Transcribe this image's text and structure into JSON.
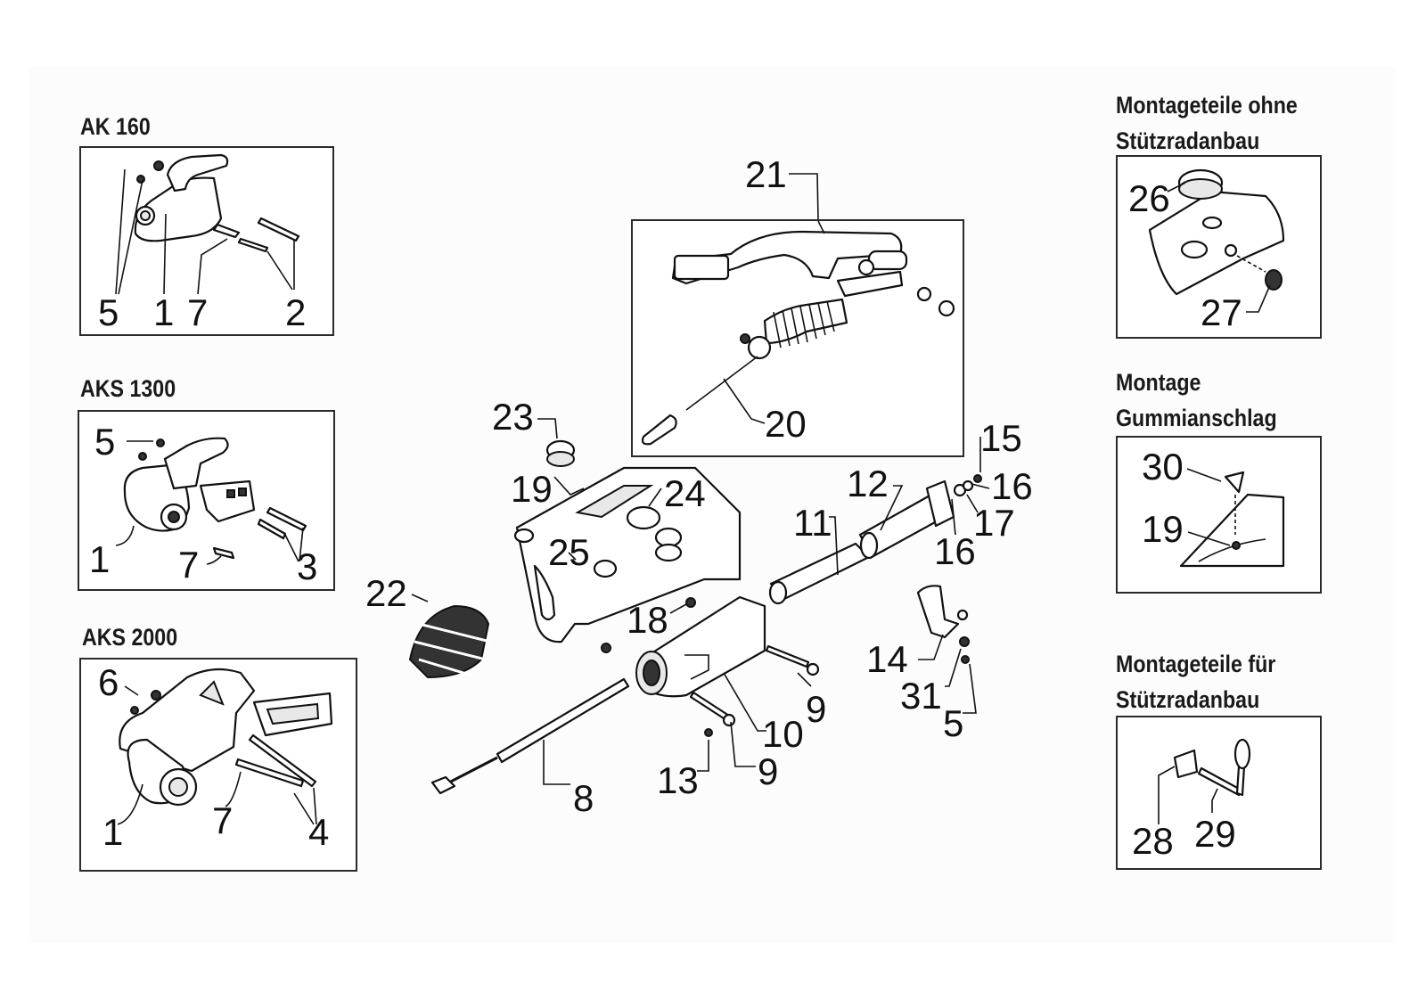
{
  "headings": {
    "ak160": "AK 160",
    "aks1300": "AKS 1300",
    "aks2000": "AKS 2000",
    "ohne": "Montageteile ohne",
    "ohne2": "Stützradanbau",
    "montage": "Montage",
    "montage2": "Gummianschlag",
    "fuer": "Montageteile für",
    "fuer2": "Stützradanbau"
  },
  "labels": {
    "ak160": [
      "5",
      "1",
      "7",
      "2"
    ],
    "aks1300": [
      "5",
      "1",
      "7",
      "3"
    ],
    "aks2000": [
      "6",
      "1",
      "7",
      "4"
    ],
    "main": [
      "21",
      "20",
      "23",
      "19",
      "24",
      "25",
      "22",
      "18",
      "8",
      "13",
      "9",
      "10",
      "9",
      "11",
      "12",
      "15",
      "16",
      "17",
      "16",
      "14",
      "31",
      "5"
    ],
    "ohne": [
      "26",
      "27"
    ],
    "montage": [
      "30",
      "19"
    ],
    "fuer": [
      "28",
      "29"
    ]
  }
}
